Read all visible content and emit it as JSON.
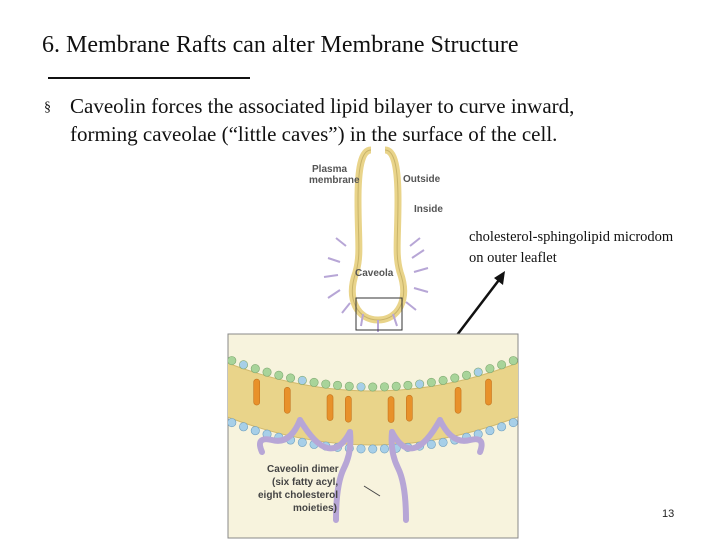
{
  "slide": {
    "title": "6. Membrane Rafts can alter Membrane Structure",
    "bullet_symbol": "§",
    "bullet_text": "Caveolin forces the associated lipid bilayer to curve inward, forming caveolae (“little caves”) in the surface of the cell.",
    "annotation_line1": "cholesterol-sphingolipid microdom",
    "annotation_line2": "on outer leaflet",
    "slide_number": "13"
  },
  "figure": {
    "plasma_label_1": "Plasma",
    "plasma_label_2": "membrane",
    "outside_label": "Outside",
    "inside_label": "Inside",
    "caveola_label": "Caveola",
    "dimer_line1": "Caveolin dimer",
    "dimer_line2": "(six fatty acyl,",
    "dimer_line3": "eight cholesterol",
    "dimer_line4": "moieties)"
  },
  "colors": {
    "membrane_tan": "#e9d48a",
    "cholesterol_orange": "#e8912a",
    "caveolin_purple": "#b7a6d6",
    "head_green": "#a8d49a",
    "head_blue": "#a7cfe8",
    "panel_bg": "#f7f3dd"
  }
}
